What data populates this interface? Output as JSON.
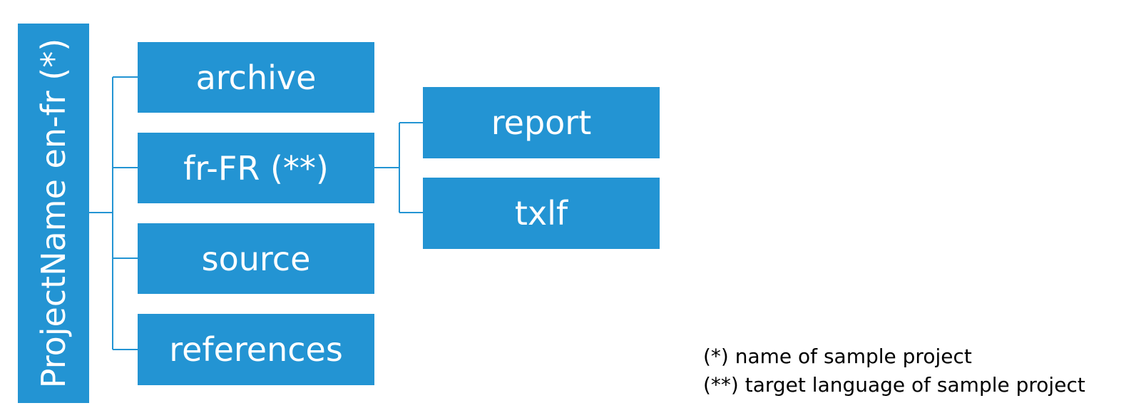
{
  "diagram": {
    "root": {
      "label": "ProjectName en-fr (*)"
    },
    "children": [
      {
        "label": "archive"
      },
      {
        "label": "fr-FR (**)"
      },
      {
        "label": "source"
      },
      {
        "label": "references"
      }
    ],
    "grandchildren": [
      {
        "label": "report"
      },
      {
        "label": "txlf"
      }
    ],
    "notes": [
      "(*) name of sample project",
      "(**) target language of sample project"
    ],
    "colors": {
      "box_fill": "#2394d3",
      "box_text": "#ffffff",
      "connector": "#2394d3",
      "note_text": "#000000"
    }
  }
}
